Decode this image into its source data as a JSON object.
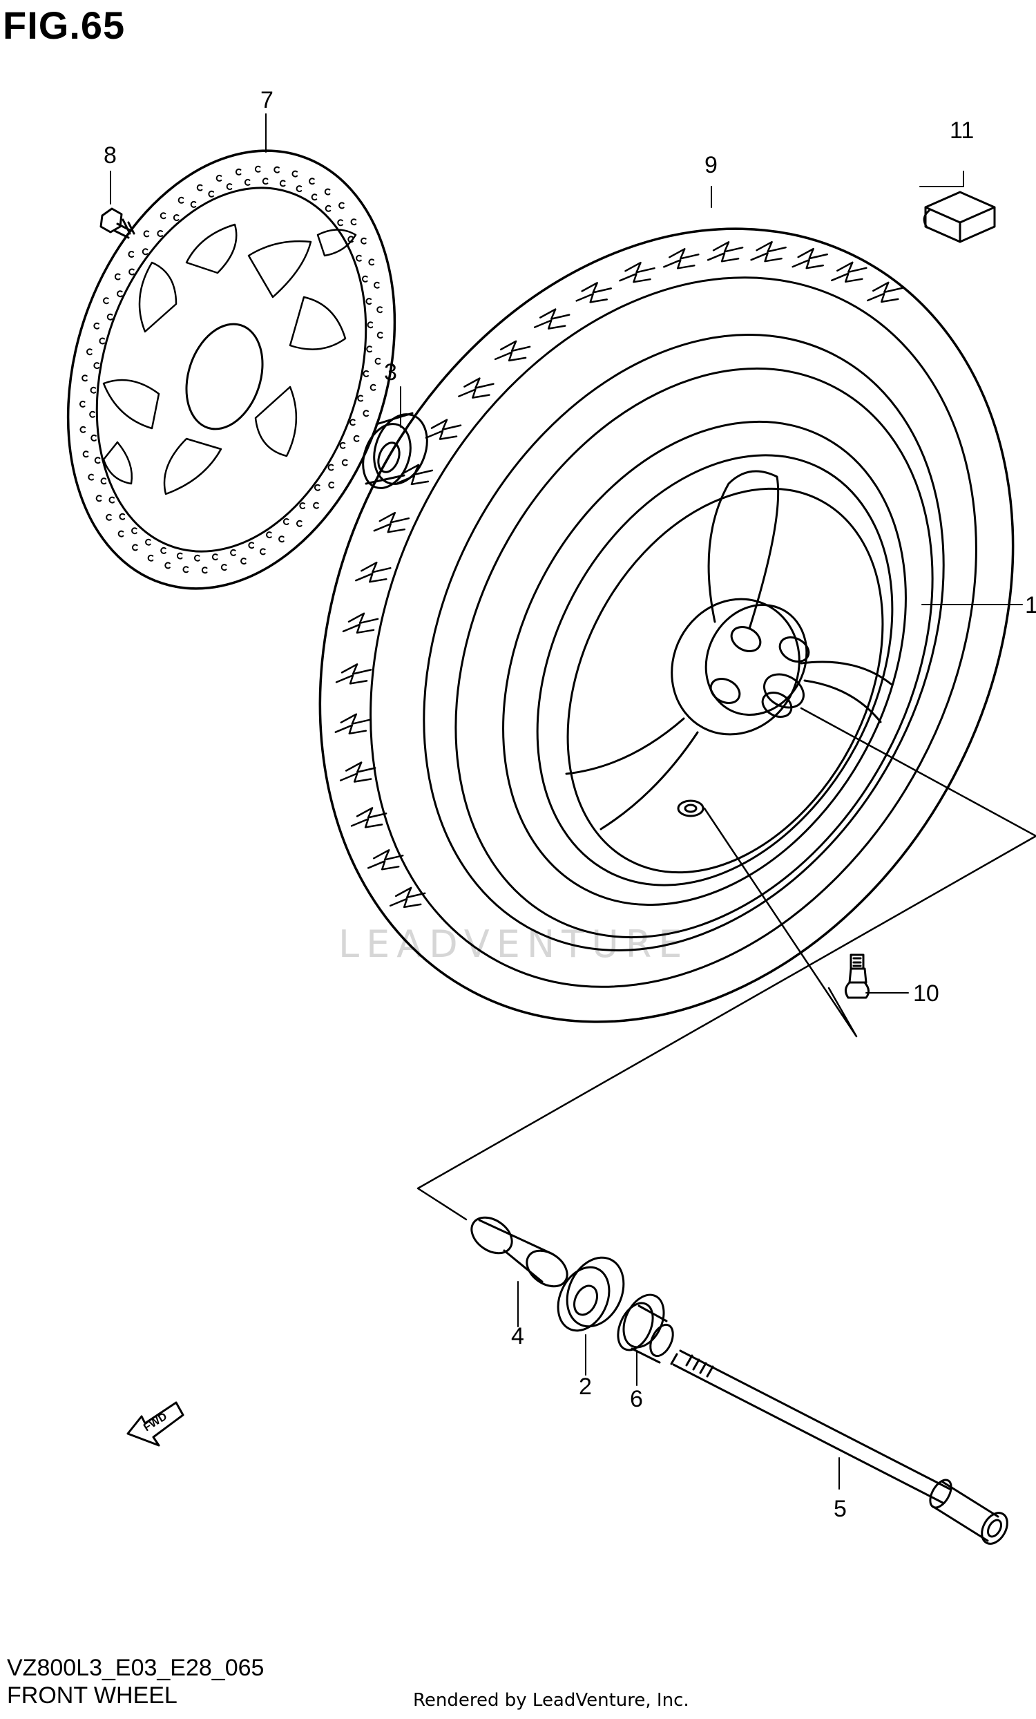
{
  "figure": {
    "title": "FIG.65",
    "model_code": "VZ800L3_E03_E28_065",
    "name": "FRONT WHEEL",
    "credit": "Rendered by LeadVenture, Inc.",
    "watermark": "LEADVENTURE",
    "fwd_label": "FWD"
  },
  "callouts": [
    {
      "id": "1",
      "part": "wheel"
    },
    {
      "id": "2",
      "part": "bearing"
    },
    {
      "id": "3",
      "part": "bearing"
    },
    {
      "id": "4",
      "part": "spacer"
    },
    {
      "id": "5",
      "part": "axle"
    },
    {
      "id": "6",
      "part": "collar"
    },
    {
      "id": "7",
      "part": "brake-disc"
    },
    {
      "id": "8",
      "part": "bolt"
    },
    {
      "id": "9",
      "part": "tire"
    },
    {
      "id": "10",
      "part": "valve"
    },
    {
      "id": "11",
      "part": "weight"
    }
  ]
}
